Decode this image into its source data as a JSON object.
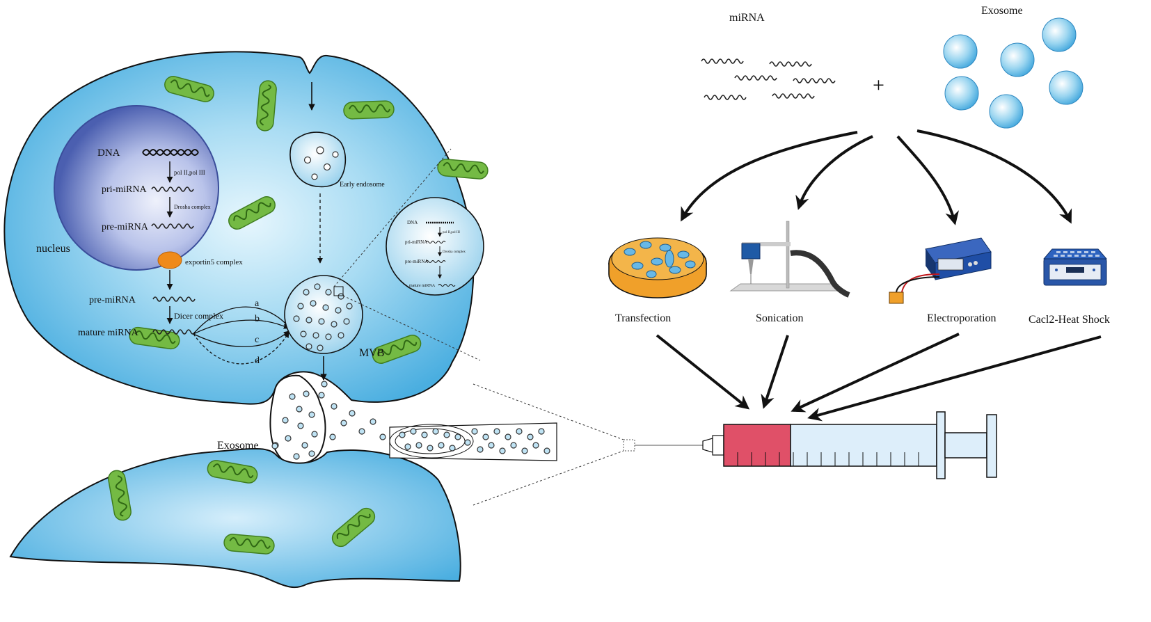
{
  "labels": {
    "dna": "DNA",
    "pol": "pol II,pol III",
    "pri_mirna": "pri-miRNA",
    "drosha": "Drosha complex",
    "pre_mirna": "pre-miRNA",
    "nucleus": "nucleus",
    "exportin": "exportin5 complex",
    "pre_mirna_2": "pre-miRNA",
    "dicer": "Dicer complex",
    "mature_mirna": "mature miRNA",
    "early_endosome": "Early endosome",
    "mvb": "MVB",
    "exosome_left": "Exosome",
    "path_a": "a",
    "path_b": "b",
    "path_c": "c",
    "path_d": "d",
    "inset_dna": "DNA",
    "inset_pol": "pol II,pol III",
    "inset_pri": "pri-miRNA",
    "inset_drosha": "Drosha complex",
    "inset_pre": "pre-miRNA",
    "inset_mature": "mature miRNA",
    "mirna_top": "miRNA",
    "exosome_top": "Exosome",
    "plus": "+",
    "transfection": "Transfection",
    "sonication": "Sonication",
    "electroporation": "Electroporation",
    "heat_shock": "Cacl2-Heat Shock"
  },
  "colors": {
    "cell_fill": "#59b6e3",
    "cell_light": "#d4effb",
    "nucleus_dark": "#4a61b0",
    "nucleus_light": "#dfe4f6",
    "mitochondria": "#72b843",
    "exportin": "#ef8a19",
    "syringe_red": "#e05068",
    "syringe_barrel": "#ddeefa",
    "dish_orange": "#f0a02a",
    "device_blue": "#1f4ea6"
  },
  "icons": [
    "mitochondria-icon",
    "petri-dish-icon",
    "sonicator-icon",
    "electroporator-icon",
    "heat-block-icon",
    "syringe-icon"
  ]
}
